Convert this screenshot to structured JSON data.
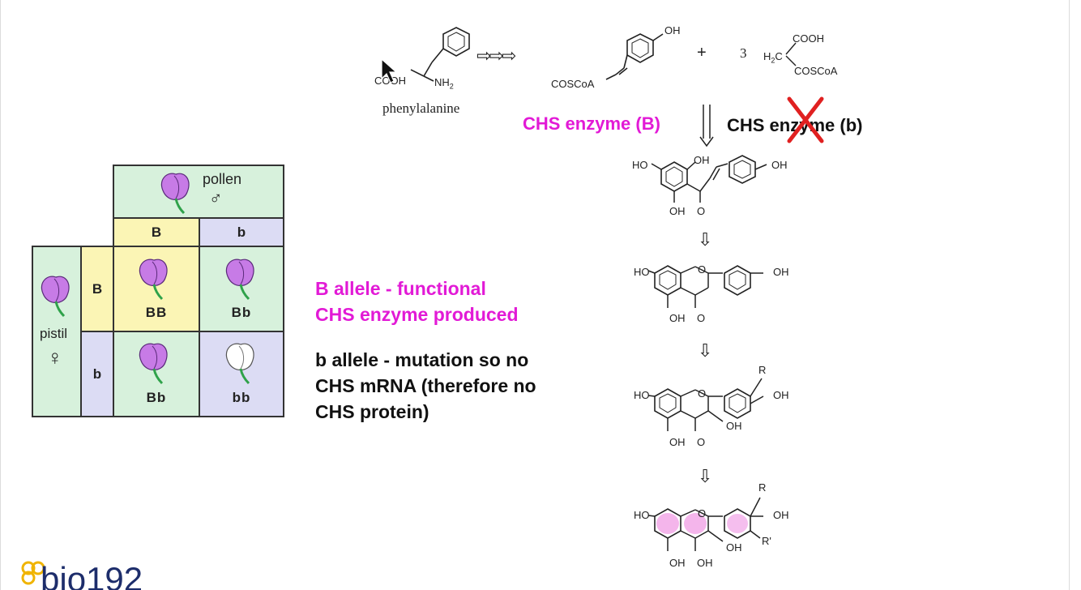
{
  "pathway": {
    "phenylalanine_label": "phenylalanine",
    "labels": {
      "cooh_frag": "COOH",
      "nh2": "NH",
      "nh2_sub": "2",
      "oh": "OH",
      "coscoa": "COSCoA",
      "plus": "+",
      "three": "3",
      "h2c": "H",
      "h2c_sub": "2",
      "h2c_c": "C",
      "malonyl_cooh": "COOH",
      "malonyl_coscoa": "COSCoA",
      "ho": "HO",
      "o_ring": "O",
      "r": "R",
      "r_prime": "R'"
    },
    "enzyme_B": "CHS enzyme (B)",
    "enzyme_b": "CHS enzyme (b)",
    "arrows_symbol": "⇨⇨⇨",
    "down_arrow": "⇩"
  },
  "punnett": {
    "pollen_label": "pollen",
    "male_symbol": "♂",
    "pistil_label": "pistil",
    "female_symbol": "♀",
    "col_alleles": [
      "B",
      "b"
    ],
    "row_alleles": [
      "B",
      "b"
    ],
    "genotypes": [
      "BB",
      "Bb",
      "Bb",
      "bb"
    ]
  },
  "notes": {
    "B_line1": "B allele  - functional",
    "B_line2": "CHS enzyme produced",
    "b_line1": "b allele  - mutation so no",
    "b_line2": "CHS mRNA (therefore no",
    "b_line3": "CHS protein)"
  },
  "logo": {
    "text": "bio192"
  },
  "colors": {
    "magenta": "#e21ad6",
    "punnett_green": "#d7f1dc",
    "punnett_yellow": "#fbf5b5",
    "punnett_lavender": "#dcdcf4",
    "flower_purple": "#c77be6",
    "cross_red": "#e02020",
    "logo_gold": "#f0b400",
    "logo_navy": "#1d2d6b"
  }
}
